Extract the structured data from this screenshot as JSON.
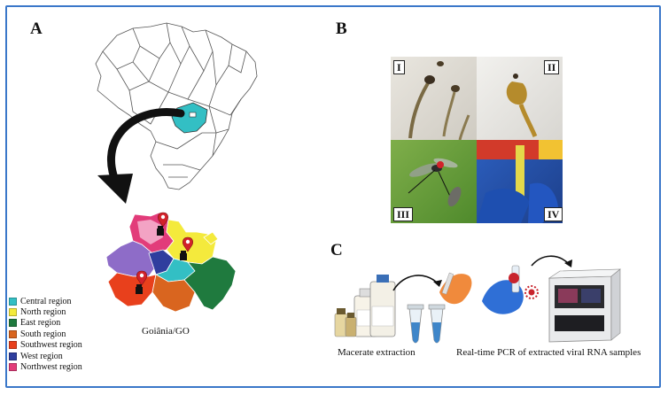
{
  "panels": {
    "a": {
      "letter": "A"
    },
    "b": {
      "letter": "B"
    },
    "c": {
      "letter": "C"
    }
  },
  "map_caption": "Goiânia/GO",
  "legend": [
    {
      "label": "Central region",
      "color": "#33bfc4"
    },
    {
      "label": "North region",
      "color": "#f4ea3c"
    },
    {
      "label": "East region",
      "color": "#1f7a3e"
    },
    {
      "label": "South region",
      "color": "#d9651f"
    },
    {
      "label": "Southwest region",
      "color": "#e8401c"
    },
    {
      "label": "West region",
      "color": "#2f3e9e"
    },
    {
      "label": "Northwest region",
      "color": "#e23c7a"
    }
  ],
  "photos": {
    "i": "I",
    "ii": "II",
    "iii": "III",
    "iv": "IV"
  },
  "steps": {
    "macerate": "Macerate extraction",
    "pcr": "Real-time PCR of extracted viral RNA samples"
  }
}
